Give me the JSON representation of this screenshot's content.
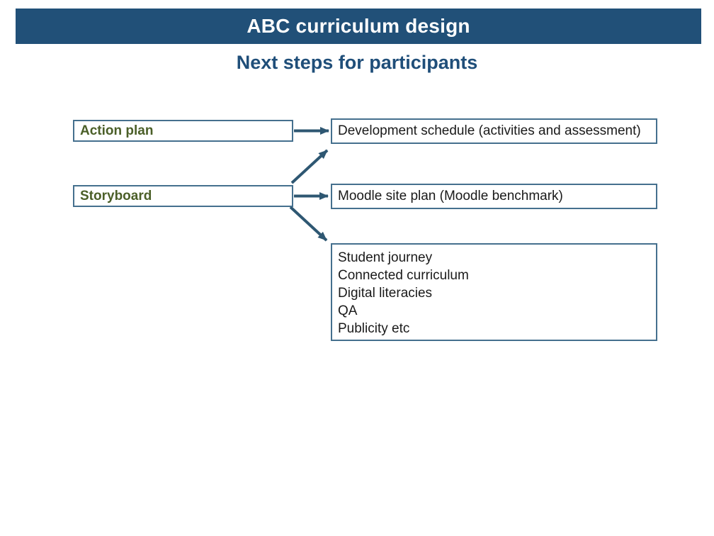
{
  "slide": {
    "title": "ABC curriculum design",
    "subtitle": "Next steps for participants"
  },
  "diagram": {
    "left_boxes": [
      {
        "label": "Action plan"
      },
      {
        "label": "Storyboard"
      }
    ],
    "right_boxes": [
      {
        "label": "Development schedule (activities and assessment)"
      },
      {
        "label": "Moodle site plan (Moodle benchmark)"
      }
    ],
    "outputs_box": {
      "items": [
        "Student journey",
        "Connected curriculum",
        "Digital literacies",
        "QA",
        "Publicity etc"
      ]
    },
    "connectors": [
      "action-plan -> development-schedule",
      "storyboard -> development-schedule",
      "storyboard -> moodle-site-plan",
      "storyboard -> outputs"
    ]
  },
  "colors": {
    "header_bar": "#215078",
    "header_text": "#FFFFFF",
    "subtitle_text": "#1F4E79",
    "box_border": "#45708E",
    "arrow": "#2E5772",
    "left_label_text": "#4B5F28",
    "body_text": "#1A1A1A"
  }
}
